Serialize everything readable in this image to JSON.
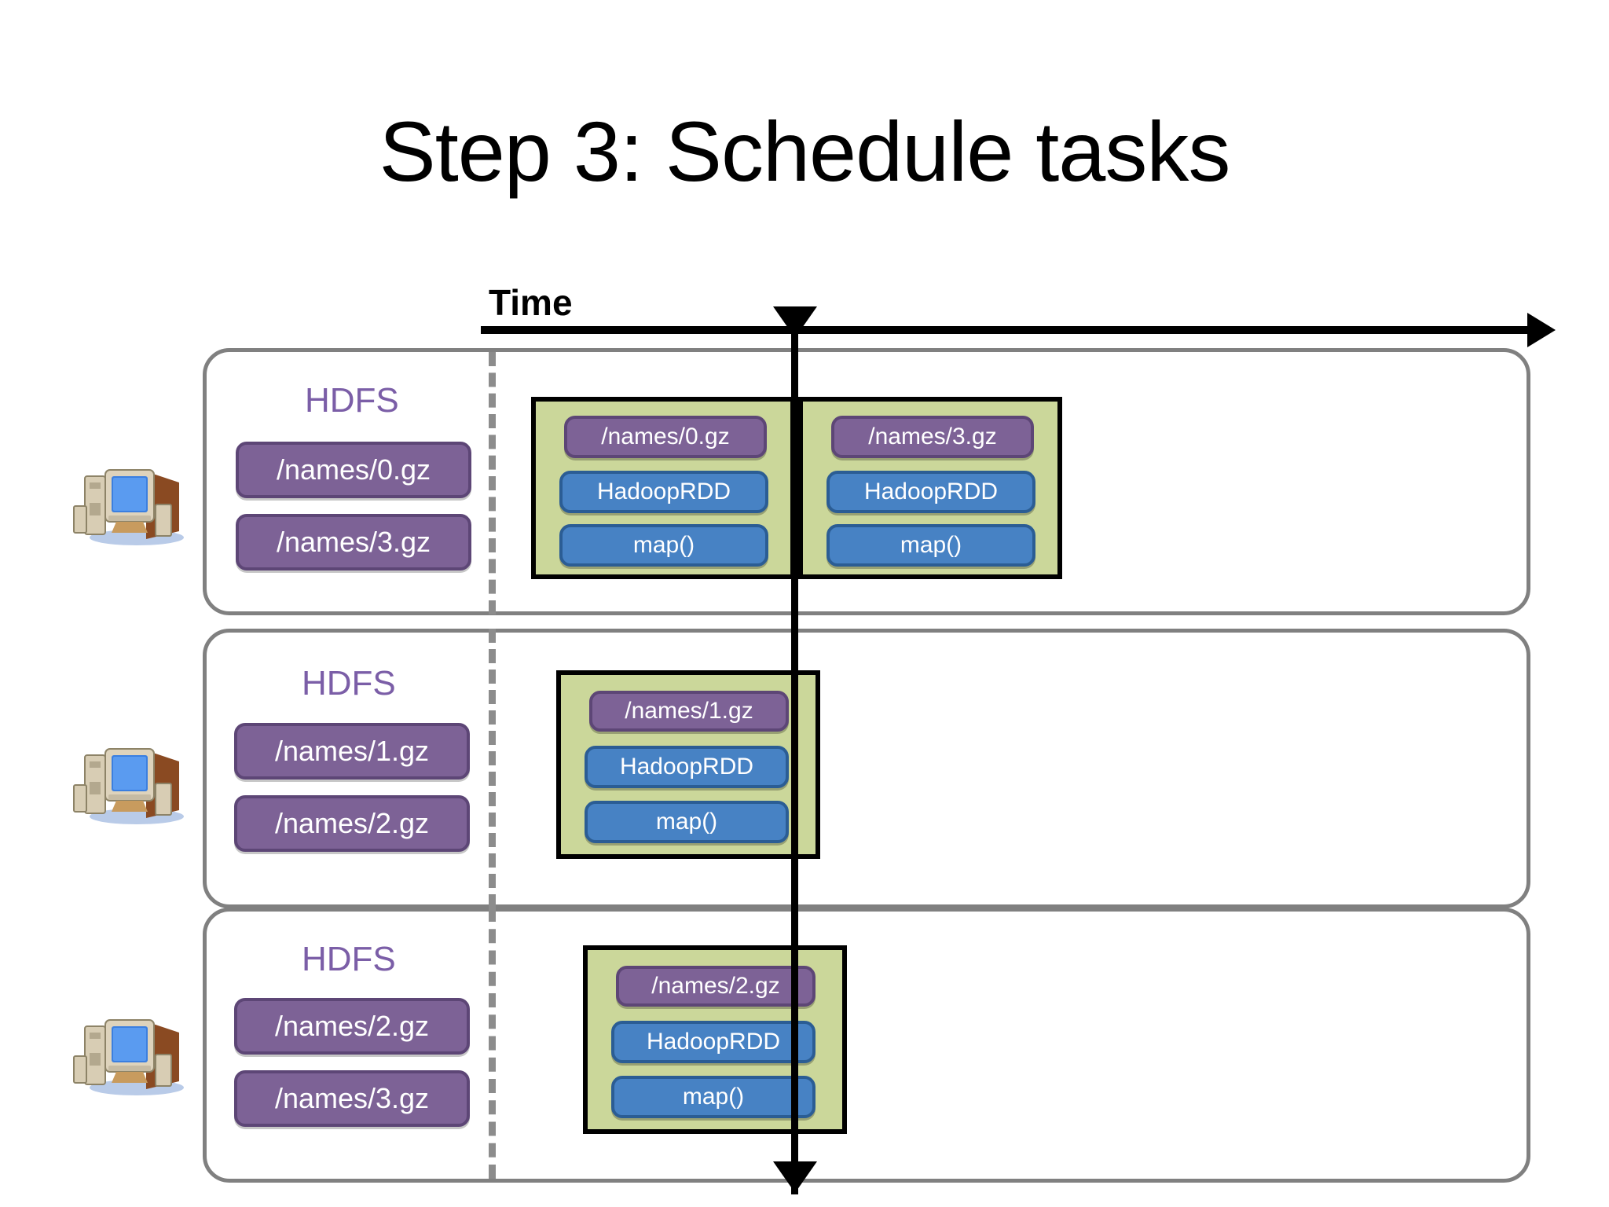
{
  "slide": {
    "title": "Step 3: Schedule tasks"
  },
  "timeline": {
    "label": "Time",
    "axis_arrow_icon": "arrow-right-icon",
    "marker_top_icon": "triangle-down-icon",
    "marker_bottom_icon": "triangle-down-icon"
  },
  "colors": {
    "file_purple": "#7d6296",
    "file_purple_border": "#5d4676",
    "rdd_blue": "#4782c4",
    "rdd_blue_border": "#2b5d94",
    "task_group_green": "#cbd79a",
    "task_group_border": "#000000",
    "panel_border": "#808080",
    "hdfs_text": "#7b5ea7",
    "divider": "#8c8c8c"
  },
  "nodes": [
    {
      "computer_icon": "desktop-computer-icon",
      "hdfs": {
        "label": "HDFS",
        "files": [
          "/names/0.gz",
          "/names/3.gz"
        ]
      },
      "task_groups": [
        {
          "file": "/names/0.gz",
          "stages": [
            "HadoopRDD",
            "map()"
          ]
        },
        {
          "file": "/names/3.gz",
          "stages": [
            "HadoopRDD",
            "map()"
          ]
        }
      ]
    },
    {
      "computer_icon": "desktop-computer-icon",
      "hdfs": {
        "label": "HDFS",
        "files": [
          "/names/1.gz",
          "/names/2.gz"
        ]
      },
      "task_groups": [
        {
          "file": "/names/1.gz",
          "stages": [
            "HadoopRDD",
            "map()"
          ]
        }
      ]
    },
    {
      "computer_icon": "desktop-computer-icon",
      "hdfs": {
        "label": "HDFS",
        "files": [
          "/names/2.gz",
          "/names/3.gz"
        ]
      },
      "task_groups": [
        {
          "file": "/names/2.gz",
          "stages": [
            "HadoopRDD",
            "map()"
          ]
        }
      ]
    }
  ]
}
